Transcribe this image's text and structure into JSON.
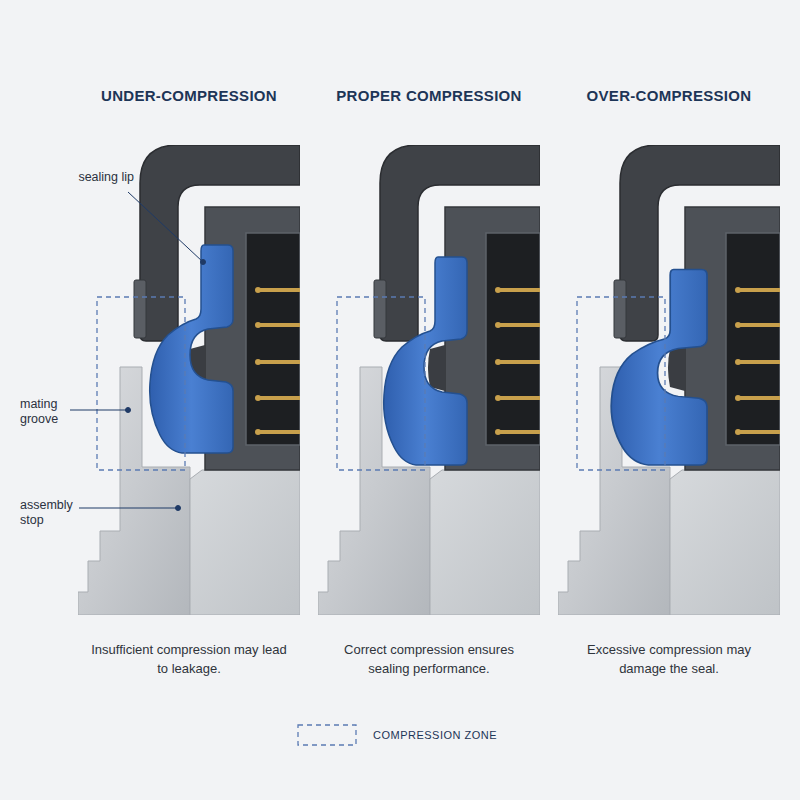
{
  "diagram": {
    "nodes": [
      {
        "text": [
          "UNDER-COMPRESSION",
          "Insufficient compression may lead to leakage."
        ]
      },
      {
        "text": [
          "PROPER COMPRESSION",
          "Correct compression ensures sealing performance."
        ]
      },
      {
        "text": [
          "OVER-COMPRESSION",
          "Excessive compression may damage the seal."
        ]
      }
    ],
    "labels": [
      "sealing lip",
      "mating groove",
      "assembly stop"
    ],
    "legend": [
      {
        "text": "COMPRESSION ZONE"
      }
    ]
  }
}
